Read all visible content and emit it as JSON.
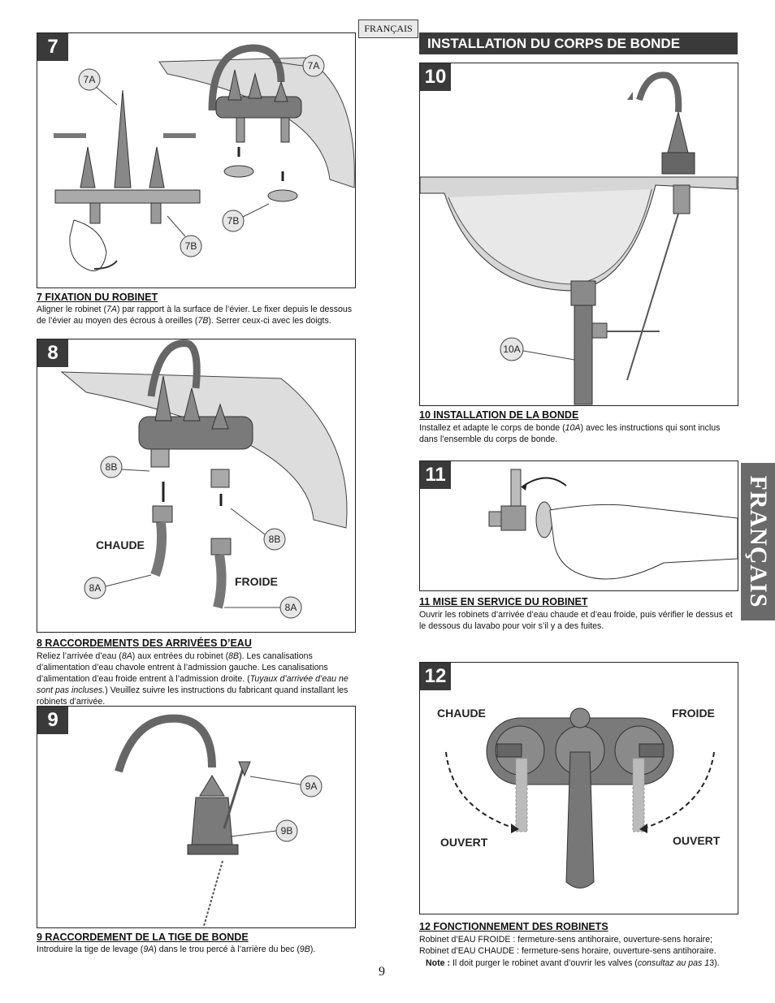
{
  "lang_tag": "FRANÇAIS",
  "section_title": "INSTALLATION DU CORPS DE BONDE",
  "side_tab": "FRANÇAIS",
  "page_number": "9",
  "steps": {
    "s7": {
      "num": "7",
      "title": "7  FIXATION DU ROBINET",
      "text_a": "Aligner le robinet (",
      "ref_a": "7A",
      "text_b": ") par rapport à la surface de l’évier. Le fixer depuis le dessous de l’évier au moyen des écrous à oreilles (",
      "ref_b": "7B",
      "text_c": "). Serrer ceux-ci avec les doigts.",
      "callouts": [
        "7A",
        "7A",
        "7B",
        "7B"
      ]
    },
    "s8": {
      "num": "8",
      "title": "8  RACCORDEMENTS DES ARRIVÉES D’EAU",
      "text_a": "Reliez l’arrivée d’eau (",
      "ref_a": "8A",
      "text_b": ") aux entrées du robinet (",
      "ref_b": "8B",
      "text_c": "). Les canalisations d’alimentation d’eau chavole entrent à l’admission gauche. Les canalisations d’alimentation d’eau froide entrent à l’admission droite. (",
      "italic": "Tuyaux d’arrivée d’eau ne sont pas incluses.",
      "text_d": ") Veuillez suivre les instructions du fabricant quand installant les robinets d’arrivée.",
      "callouts": [
        "8B",
        "8B",
        "8A",
        "8A"
      ],
      "label_hot": "CHAUDE",
      "label_cold": "FROIDE"
    },
    "s9": {
      "num": "9",
      "title": "9  RACCORDEMENT DE LA TIGE DE BONDE",
      "text_a": "Introduire la tige de levage (",
      "ref_a": "9A",
      "text_b": ") dans le trou percé à l’arrière du bec (",
      "ref_b": "9B",
      "text_c": ").",
      "callouts": [
        "9A",
        "9B"
      ]
    },
    "s10": {
      "num": "10",
      "title": "10  INSTALLATION DE LA BONDE ",
      "text_a": "Installez et adapte le corps de bonde (",
      "ref_a": "10A",
      "text_b": ") avec les instructions qui sont inclus dans l’ensemble du corps de bonde.",
      "callouts": [
        "10A"
      ]
    },
    "s11": {
      "num": "11",
      "title": "11  MISE EN SERVICE DU ROBINET",
      "text": "Ouvrir les robinets d’arrivée d’eau chaude et d’eau froide, puis vérifier le dessus et le dessous du lavabo pour voir s’il y a des fuites."
    },
    "s12": {
      "num": "12",
      "title": "12  FONCTIONNEMENT DES ROBINETS",
      "text": "Robinet d’EAU FROIDE : fermeture-sens antihoraire, ouverture-sens horaire; Robinet d’EAU CHAUDE : fermeture-sens horaire, ouverture-sens antihoraire.",
      "note_label": "Note :",
      "note_text": " Il doit purger le robinet avant d’ouvrir les valves (",
      "note_italic": "consultaz au pas 1",
      "note_end": "3).",
      "label_hot": "CHAUDE",
      "label_cold": "FROIDE",
      "label_open_left": "OUVERT",
      "label_open_right": "OUVERT"
    }
  },
  "colors": {
    "dark": "#3a3a3a",
    "metal": "#7a7a7a",
    "tab": "#6a6a6a"
  }
}
